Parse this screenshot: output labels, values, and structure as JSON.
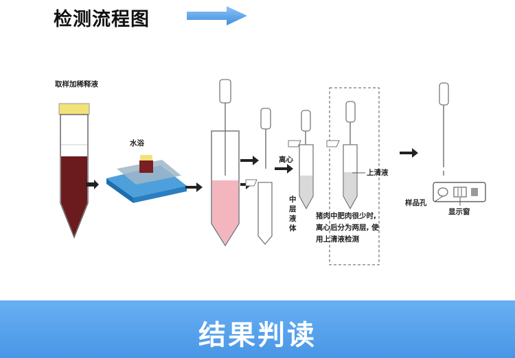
{
  "header": {
    "title": "检测流程图",
    "arrow_icon": "right-arrow-icon",
    "arrow_color": "#4a90e2"
  },
  "diagram": {
    "labels": {
      "sample_dilution": "取样加稀释液",
      "water_bath": "水浴",
      "centrifuge": "离心",
      "middle_liquid": [
        "中",
        "层",
        "液",
        "体"
      ],
      "supernatant": "上清液",
      "pork_note": [
        "猪肉中肥肉很少时,",
        "离心后分为两层, 使",
        "用上清液检测"
      ],
      "sample_well": "样品孔",
      "display_window": "显示窗"
    },
    "colors": {
      "tube_liquid": "#6b1a1e",
      "cap": "#f2e27a",
      "water": "#4aa3df",
      "pink_liquid": "#f4b6be"
    }
  },
  "footer": {
    "title": "结果判读",
    "color": "#5aa3ee"
  }
}
